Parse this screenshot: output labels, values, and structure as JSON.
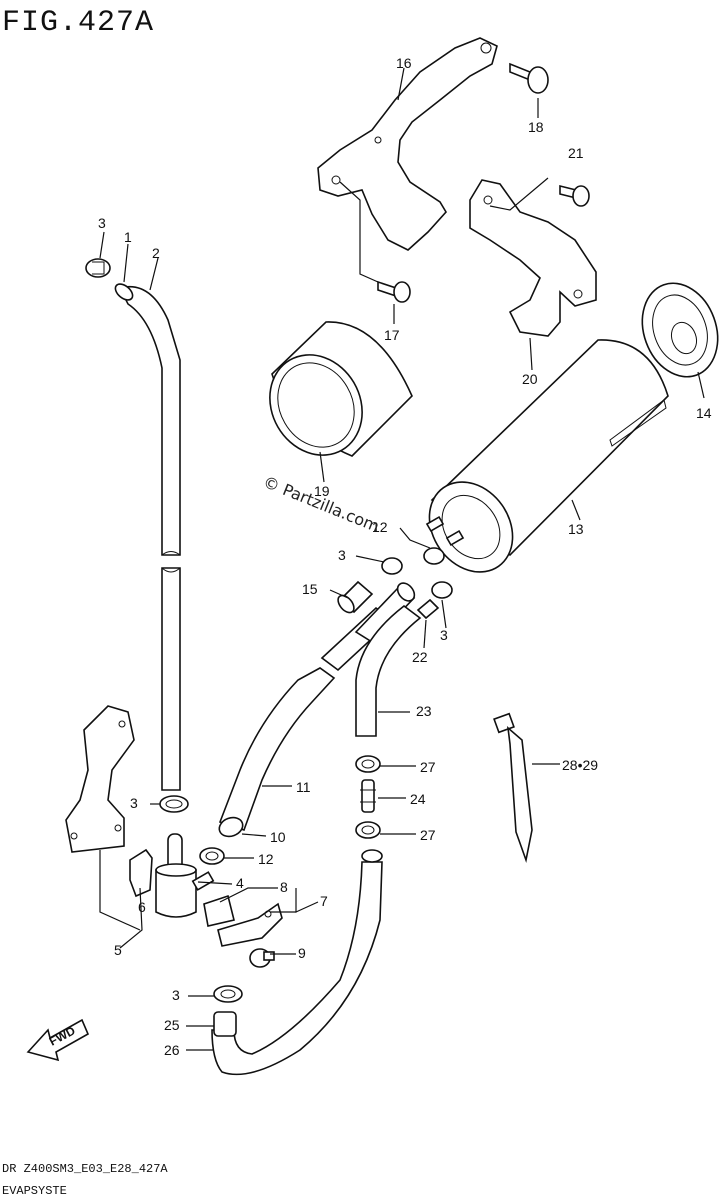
{
  "figure": {
    "title": "FIG.427A",
    "footer_code": "DR Z400SM3_E03_E28_427A",
    "footer_name": "EVAPSYSTE",
    "watermark": "© Partzilla.com",
    "fwd_label": "FWD"
  },
  "callouts": {
    "c1": "1",
    "c2": "2",
    "c3a": "3",
    "c3b": "3",
    "c3c": "3",
    "c3d": "3",
    "c3e": "3",
    "c4": "4",
    "c5": "5",
    "c6": "6",
    "c7": "7",
    "c8": "8",
    "c9": "9",
    "c10": "10",
    "c11": "11",
    "c12a": "12",
    "c12b": "12",
    "c13": "13",
    "c14": "14",
    "c15": "15",
    "c16": "16",
    "c17": "17",
    "c18": "18",
    "c19": "19",
    "c20": "20",
    "c21": "21",
    "c22": "22",
    "c23": "23",
    "c24": "24",
    "c25": "25",
    "c26": "26",
    "c27a": "27",
    "c27b": "27",
    "c2829": "28•29"
  }
}
